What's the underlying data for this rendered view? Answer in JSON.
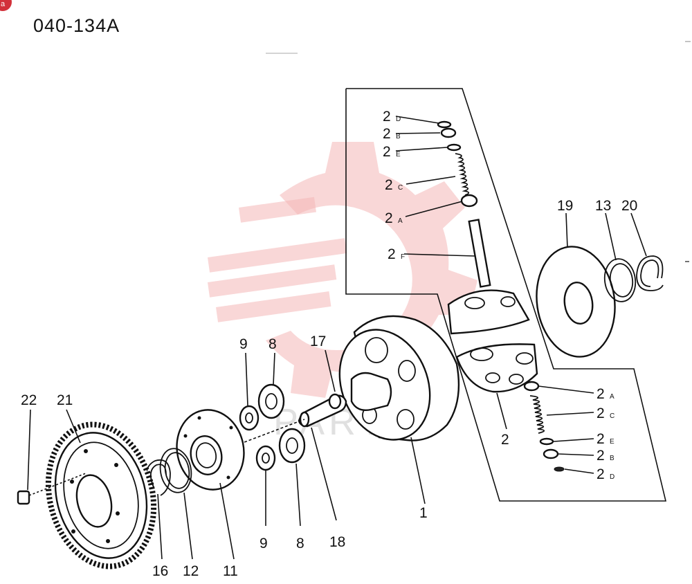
{
  "drawing_code": "040-134A",
  "corner_badge": "a",
  "watermark_text": "PARTS",
  "watermark_color": "#f4b6b6",
  "labels": {
    "l1": "1",
    "l2": "2",
    "l8a": "8",
    "l8b": "8",
    "l9a": "9",
    "l9b": "9",
    "l11": "11",
    "l12": "12",
    "l13": "13",
    "l16": "16",
    "l17": "17",
    "l18": "18",
    "l19": "19",
    "l20": "20",
    "l21": "21",
    "l22": "22"
  },
  "sublabels_top": [
    {
      "num": "2",
      "sub": "D"
    },
    {
      "num": "2",
      "sub": "B"
    },
    {
      "num": "2",
      "sub": "E"
    },
    {
      "num": "2",
      "sub": "C"
    },
    {
      "num": "2",
      "sub": "A"
    },
    {
      "num": "2",
      "sub": "F"
    }
  ],
  "sublabels_bottom": [
    {
      "num": "2",
      "sub": "A"
    },
    {
      "num": "2",
      "sub": "C"
    },
    {
      "num": "2",
      "sub": "E"
    },
    {
      "num": "2",
      "sub": "B"
    },
    {
      "num": "2",
      "sub": "D"
    }
  ]
}
